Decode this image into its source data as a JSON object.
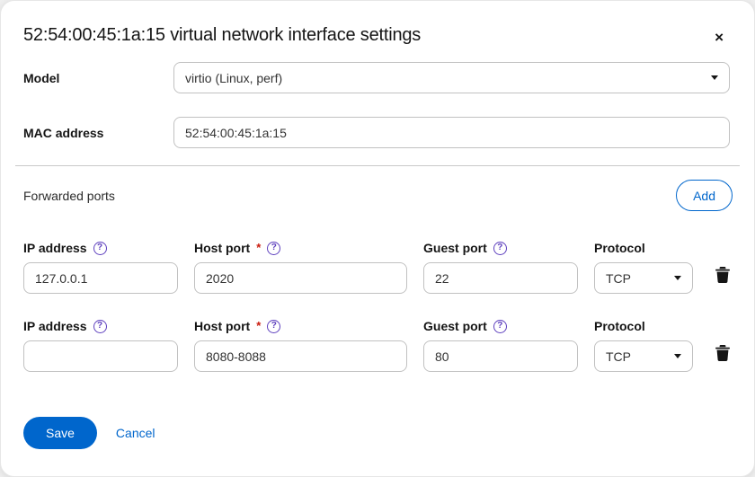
{
  "dialog": {
    "title": "52:54:00:45:1a:15 virtual network interface settings",
    "close_glyph": "×"
  },
  "colors": {
    "primary_blue": "#0066cc",
    "help_purple": "#5e40be",
    "required_red": "#c9190b"
  },
  "form": {
    "model": {
      "label": "Model",
      "value": "virtio (Linux, perf)"
    },
    "mac": {
      "label": "MAC address",
      "value": "52:54:00:45:1a:15"
    }
  },
  "forwarded_ports": {
    "section_label": "Forwarded ports",
    "add_button": "Add",
    "help_glyph": "?",
    "required_indicator": "*",
    "columns": {
      "ip": "IP address",
      "host": "Host port",
      "guest": "Guest port",
      "protocol": "Protocol"
    },
    "rows": [
      {
        "ip": "127.0.0.1",
        "host": "2020",
        "guest": "22",
        "protocol": "TCP"
      },
      {
        "ip": "",
        "host": "8080-8088",
        "guest": "80",
        "protocol": "TCP"
      }
    ]
  },
  "footer": {
    "save": "Save",
    "cancel": "Cancel"
  }
}
